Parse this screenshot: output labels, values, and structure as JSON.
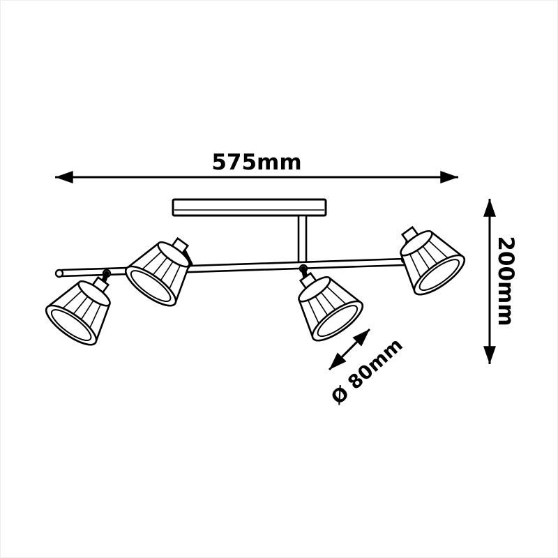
{
  "page": {
    "background_color": "#ffffff",
    "line_color": "#000000"
  },
  "diagram": {
    "kind": "ceiling-spotlight-dimension-drawing",
    "dimensions": {
      "width_label": "575mm",
      "height_label": "200mm",
      "diameter_label": "Ø 80mm"
    },
    "spotlight_count": 4
  }
}
